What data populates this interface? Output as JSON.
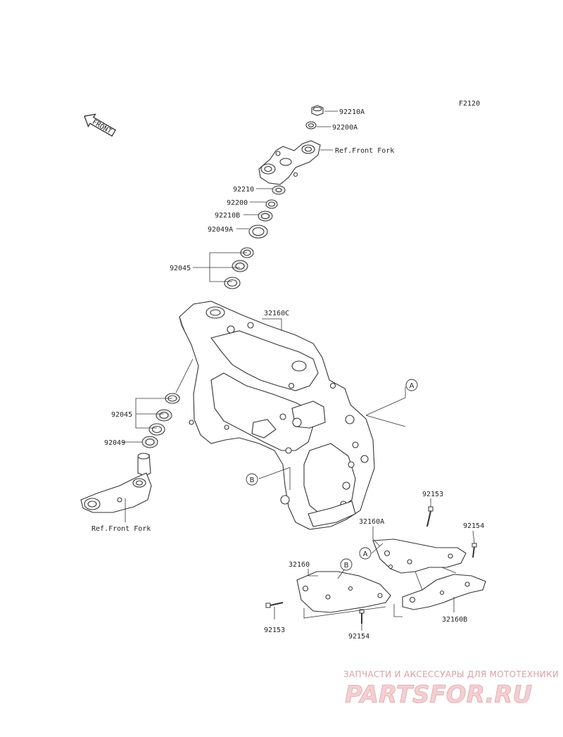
{
  "diagram_code": "F2120",
  "front_marker": "FRONT",
  "callouts": {
    "c92210A": "92210A",
    "c92200A": "92200A",
    "ref_fork_top": "Ref.Front Fork",
    "c92210": "92210",
    "c92200": "92200",
    "c92210B": "92210B",
    "c92049A": "92049A",
    "c92045_top": "92045",
    "c32160C": "32160C",
    "c92045_bottom": "92045",
    "c92049": "92049",
    "ref_fork_bottom": "Ref.Front Fork",
    "c92153_top": "92153",
    "c92154_top": "92154",
    "c32160A": "32160A",
    "c32160": "32160",
    "c92153_bottom": "92153",
    "c92154_bottom": "92154",
    "c32160B": "32160B"
  },
  "markers": {
    "a_frame": "A",
    "a_bracket": "A",
    "b_frame": "B",
    "b_bracket": "B"
  },
  "watermark": {
    "tagline": "ЗАПЧАСТИ И АКСЕССУАРЫ ДЛЯ МОТОТЕХНИКИ",
    "logo": "PARTSFOR.RU"
  }
}
